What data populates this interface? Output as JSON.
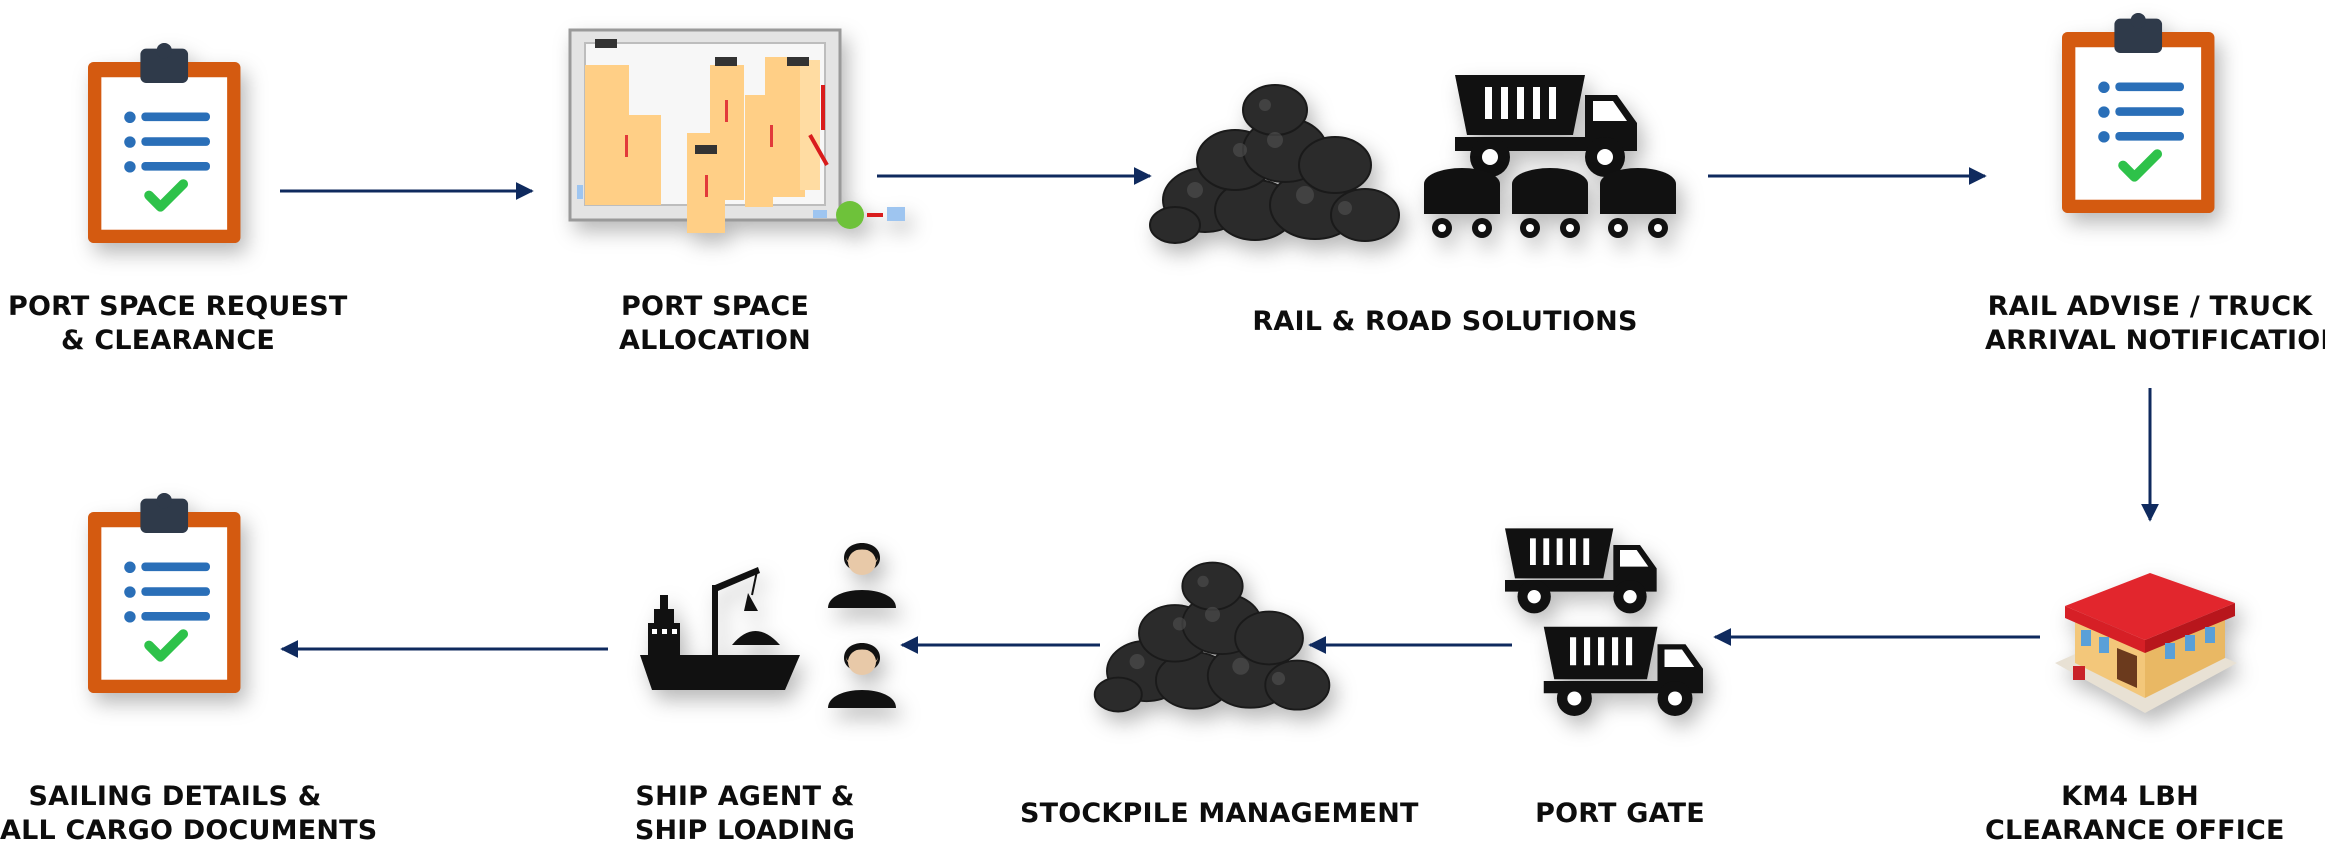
{
  "steps": {
    "port_space_request": {
      "line1": "PORT SPACE REQUEST",
      "line2": "& CLEARANCE",
      "icon": "clipboard-checklist-icon"
    },
    "port_space_allocation": {
      "line1": "PORT SPACE",
      "line2": "ALLOCATION",
      "icon": "port-floorplan-icon"
    },
    "rail_road": {
      "line1": "RAIL & ROAD SOLUTIONS",
      "icon": "coal-truck-railcar-icon"
    },
    "rail_advise": {
      "line1": "RAIL ADVISE / TRUCK",
      "line2": "ARRIVAL NOTIFICATION",
      "icon": "clipboard-checklist-icon"
    },
    "km4_lbh": {
      "line1": "KM4 LBH",
      "line2": "CLEARANCE OFFICE",
      "icon": "office-building-icon"
    },
    "port_gate": {
      "line1": "PORT GATE",
      "icon": "dump-trucks-icon"
    },
    "stockpile": {
      "line1": "STOCKPILE MANAGEMENT",
      "icon": "coal-pile-icon"
    },
    "ship_agent": {
      "line1": "SHIP AGENT &",
      "line2": "SHIP LOADING",
      "icon": "ship-agents-icon"
    },
    "sailing": {
      "line1": "SAILING DETAILS &",
      "line2": "ALL CARGO DOCUMENTS",
      "icon": "clipboard-checklist-icon"
    }
  },
  "colors": {
    "arrow": "#0f2a5e",
    "clipboard_frame": "#d45a10",
    "clipboard_paper": "#ffffff",
    "clip": "#2f3a4a",
    "list_bullet": "#2a6fb8",
    "check": "#2ec24a",
    "coal": "#2b2b2b",
    "office_roof": "#d61f26",
    "office_wall": "#f3c77a"
  }
}
